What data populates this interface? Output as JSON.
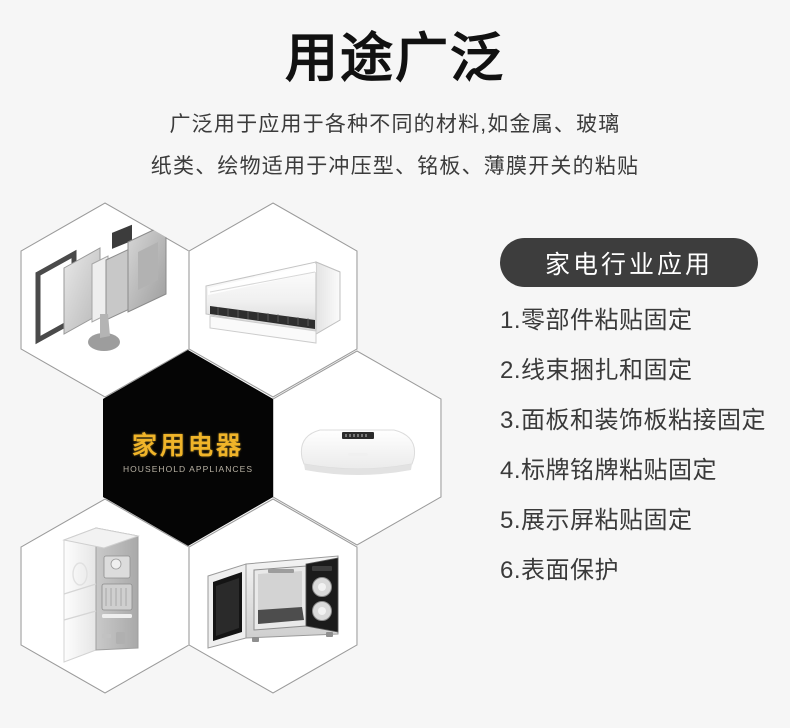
{
  "header": {
    "title": "用途广泛",
    "subtitle_line1": "广泛用于应用于各种不同的材料,如金属、玻璃",
    "subtitle_line2": "纸类、绘物适用于冲压型、铭板、薄膜开关的粘贴"
  },
  "hexagons": {
    "center_label_cn": "家用电器",
    "center_label_en": "HOUSEHOLD APPLIANCES",
    "cells": [
      {
        "id": "tv-parts",
        "icon": "exploded-tv-assembly-icon"
      },
      {
        "id": "air-conditioner",
        "icon": "split-air-conditioner-icon"
      },
      {
        "id": "brand-center",
        "icon": "black-hexagon-label"
      },
      {
        "id": "body-scale",
        "icon": "digital-body-scale-icon"
      },
      {
        "id": "refrigerator",
        "icon": "upright-refrigerator-icon"
      },
      {
        "id": "microwave-oven",
        "icon": "open-microwave-oven-icon"
      }
    ]
  },
  "applications": {
    "badge_label": "家电行业应用",
    "items": [
      "1.零部件粘贴固定",
      "2.线束捆扎和固定",
      "3.面板和装饰板粘接固定",
      "4.标牌铭牌粘贴固定",
      "5.展示屏粘贴固定",
      "6.表面保护"
    ]
  },
  "colors": {
    "background": "#f6f6f6",
    "title": "#111111",
    "body_text": "#3a3a3a",
    "badge_bg": "#3d3d3d",
    "hex_center_bg": "#050505",
    "hex_accent_gold": "#f0b429",
    "hex_border": "#9c9c9c"
  }
}
